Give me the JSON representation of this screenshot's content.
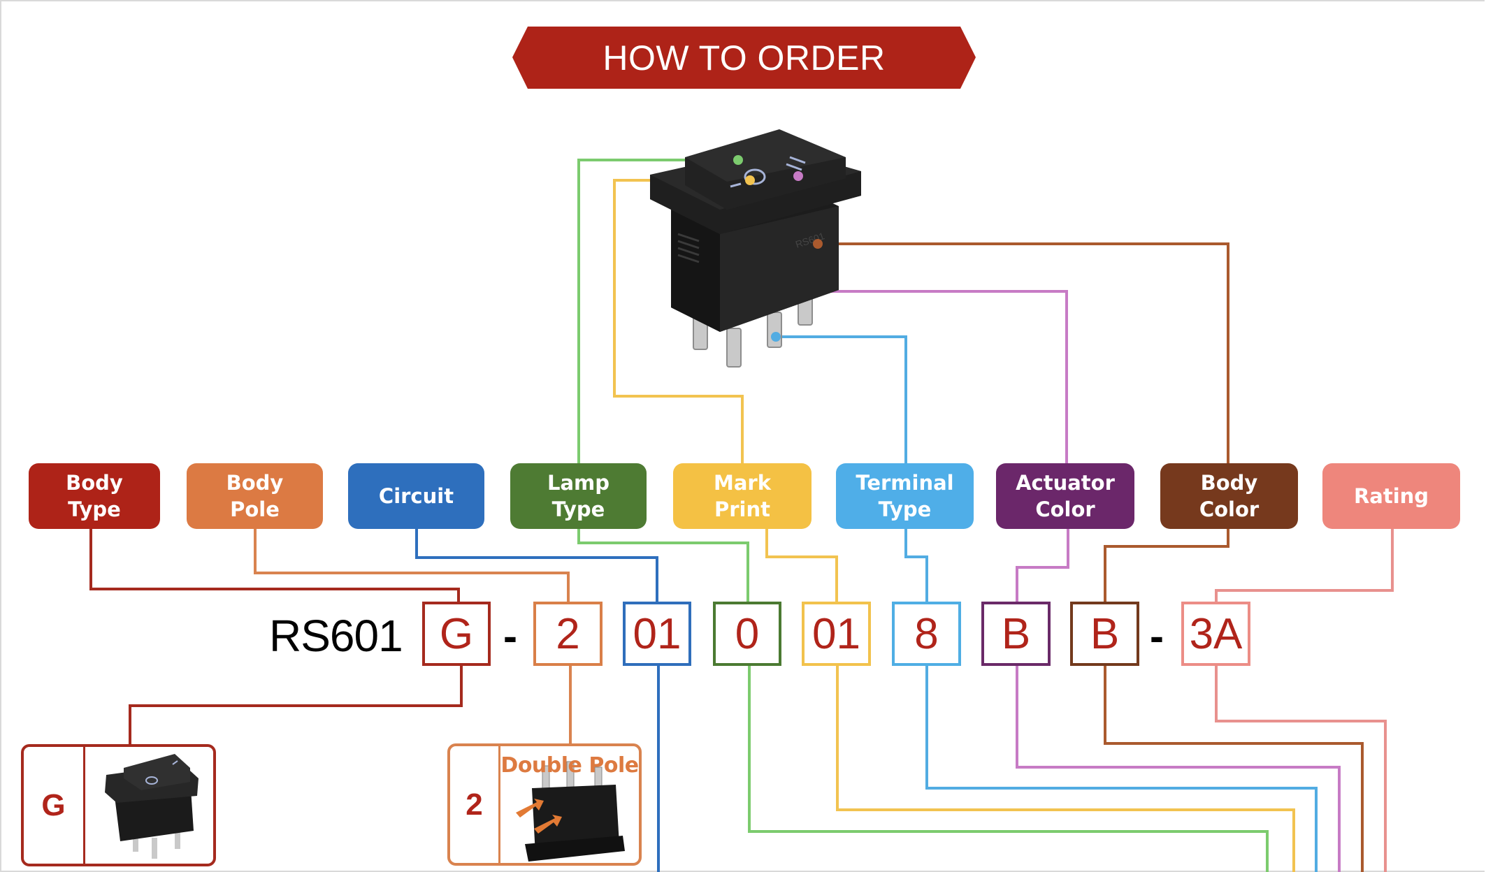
{
  "header": {
    "title": "HOW TO ORDER",
    "color": "#ae2318"
  },
  "product_image": {
    "label": "rocker-switch-3-position",
    "model_print": "RS601"
  },
  "categories": [
    {
      "key": "body_type",
      "label": "Body\nType",
      "color": "#ae2318",
      "line_color": "#ae2318"
    },
    {
      "key": "body_pole",
      "label": "Body\nPole",
      "color": "#dc7a43",
      "line_color": "#d9834f"
    },
    {
      "key": "circuit",
      "label": "Circuit",
      "color": "#2e6fbd",
      "line_color": "#2e6fbd"
    },
    {
      "key": "lamp_type",
      "label": "Lamp\nType",
      "color": "#4e7b33",
      "line_color": "#7ccb6e"
    },
    {
      "key": "mark_print",
      "label": "Mark\nPrint",
      "color": "#f4c144",
      "line_color": "#f2c350"
    },
    {
      "key": "terminal_type",
      "label": "Terminal\nType",
      "color": "#4faee8",
      "line_color": "#52ace2"
    },
    {
      "key": "actuator_color",
      "label": "Actuator\nColor",
      "color": "#6b276a",
      "line_color": "#c77bc5"
    },
    {
      "key": "body_color",
      "label": "Body\nColor",
      "color": "#76391d",
      "line_color": "#aa5a2e"
    },
    {
      "key": "rating",
      "label": "Rating",
      "color": "#ee867c",
      "line_color": "#e8918e"
    }
  ],
  "order_code": {
    "prefix": "RS601",
    "separator": "-",
    "segments": [
      {
        "value": "G",
        "category": "body_type",
        "border": "#a52a1e"
      },
      {
        "value": "2",
        "category": "body_pole",
        "border": "#d97f48"
      },
      {
        "value": "01",
        "category": "circuit",
        "border": "#2f6ebb"
      },
      {
        "value": "0",
        "category": "lamp_type",
        "border": "#4b7a32"
      },
      {
        "value": "01",
        "category": "mark_print",
        "border": "#f2c24c"
      },
      {
        "value": "8",
        "category": "terminal_type",
        "border": "#4faee4"
      },
      {
        "value": "B",
        "category": "actuator_color",
        "border": "#6a2a68"
      },
      {
        "value": "B",
        "category": "body_color",
        "border": "#733a1d"
      },
      {
        "value": "3A",
        "category": "rating",
        "border": "#ec8d86"
      }
    ]
  },
  "options": [
    {
      "code": "G",
      "title": "",
      "category": "body_type",
      "border": "#a52a1e",
      "image": "rocker-switch-front"
    },
    {
      "code": "2",
      "title": "Double Pole",
      "category": "body_pole",
      "border": "#d9834f",
      "image": "rocker-switch-back-terminals"
    }
  ]
}
